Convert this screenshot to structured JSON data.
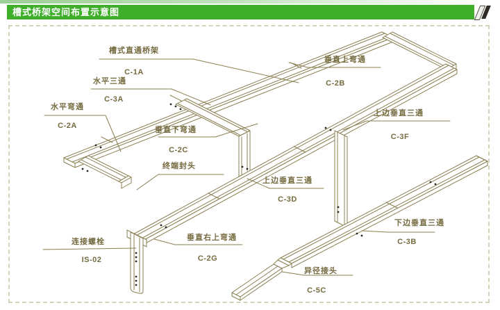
{
  "header": {
    "title": "槽式桥架空间布置示意图"
  },
  "colors": {
    "banner_green": "#3fae2a",
    "strip_green": "#9ccf95",
    "line_olive": "#8a7f52",
    "label_olive": "#756b40",
    "frame_dash": "#d6d2ba"
  },
  "diagram": {
    "labels": [
      {
        "text": "槽式直通桥架",
        "code": "C-1A"
      },
      {
        "text": "水平三通",
        "code": "C-3A"
      },
      {
        "text": "水平弯通",
        "code": "C-2A"
      },
      {
        "text": "垂直下弯通",
        "code": "C-2C"
      },
      {
        "text": "终端封头",
        "code": ""
      },
      {
        "text": "垂直上弯通",
        "code": "C-2B"
      },
      {
        "text": "上边垂直三通",
        "code": "C-3F"
      },
      {
        "text": "上边垂直三通",
        "code": "C-3D"
      },
      {
        "text": "下边垂直三通",
        "code": "C-3B"
      },
      {
        "text": "连接螺栓",
        "code": "IS-02"
      },
      {
        "text": "垂直右上弯通",
        "code": "C-2G"
      },
      {
        "text": "异径接头",
        "code": "C-5C"
      }
    ]
  }
}
